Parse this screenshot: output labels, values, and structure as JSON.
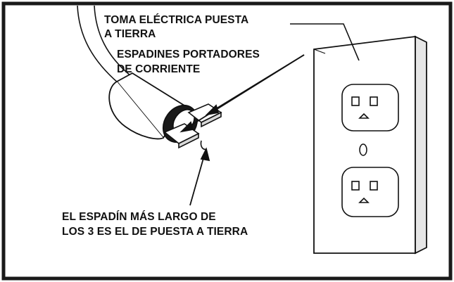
{
  "labels": {
    "grounded_outlet": [
      "TOMA ELÉCTRICA PUESTA",
      "A TIERRA"
    ],
    "current_prongs": [
      "ESPADINES PORTADORES",
      "DE CORRIENTE"
    ],
    "ground_prong": [
      "EL ESPADÍN MÁS LARGO DE",
      "LOS 3 ES EL DE PUESTA A TIERRA"
    ]
  },
  "colors": {
    "ink": "#111111",
    "frame": "#1a1a1a",
    "plate": "#ffffff"
  }
}
